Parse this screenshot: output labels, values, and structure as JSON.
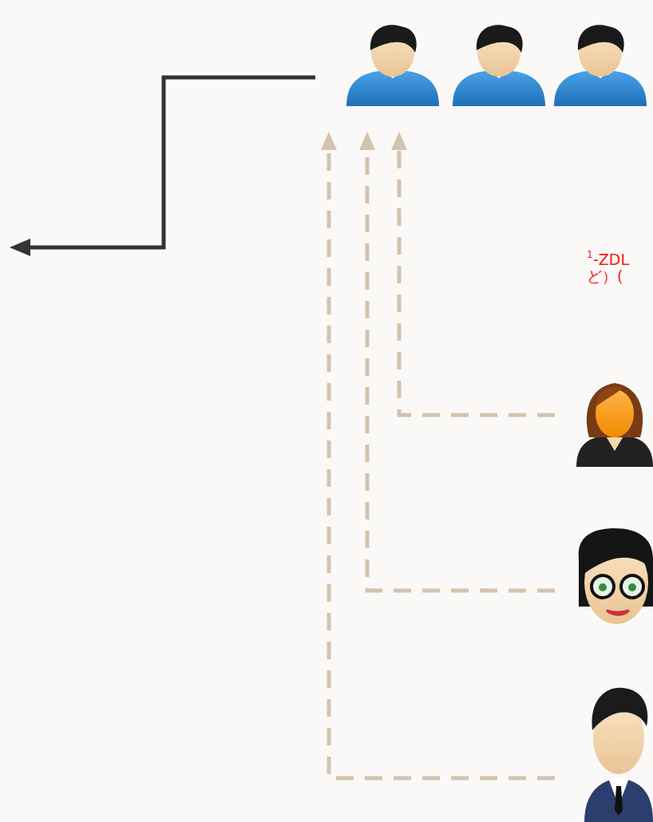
{
  "diagram": {
    "labels": [
      "1",
      "-ZDL",
      "ど）("
    ]
  }
}
